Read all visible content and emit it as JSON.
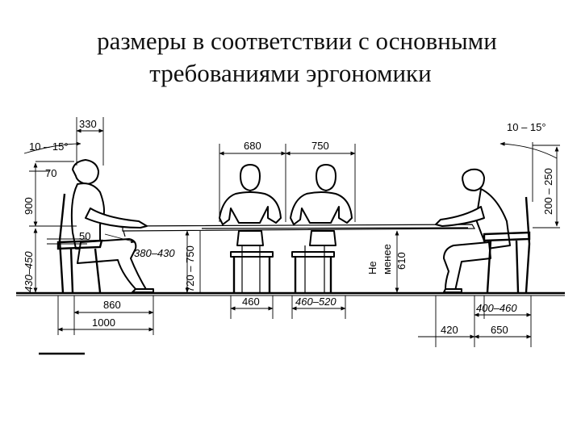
{
  "title": {
    "line1": "размеры в соответствии с основными",
    "line2": "требованиями эргономики"
  },
  "dimensions": {
    "d330": "330",
    "angle_left": "10 – 15°",
    "d70": "70",
    "d900": "900",
    "d50": "50",
    "d430_450": "430–450",
    "d380_430": "380–430",
    "d720_750": "720 – 750",
    "d860": "860",
    "d1000": "1000",
    "d680": "680",
    "d750": "750",
    "d460": "460",
    "d460_520": "460–520",
    "ne": "Не",
    "menee": "менее",
    "d610": "610",
    "angle_right": "10 – 15°",
    "d200_250": "200 – 250",
    "d400_460": "400–460",
    "d420": "420",
    "d650": "650"
  }
}
